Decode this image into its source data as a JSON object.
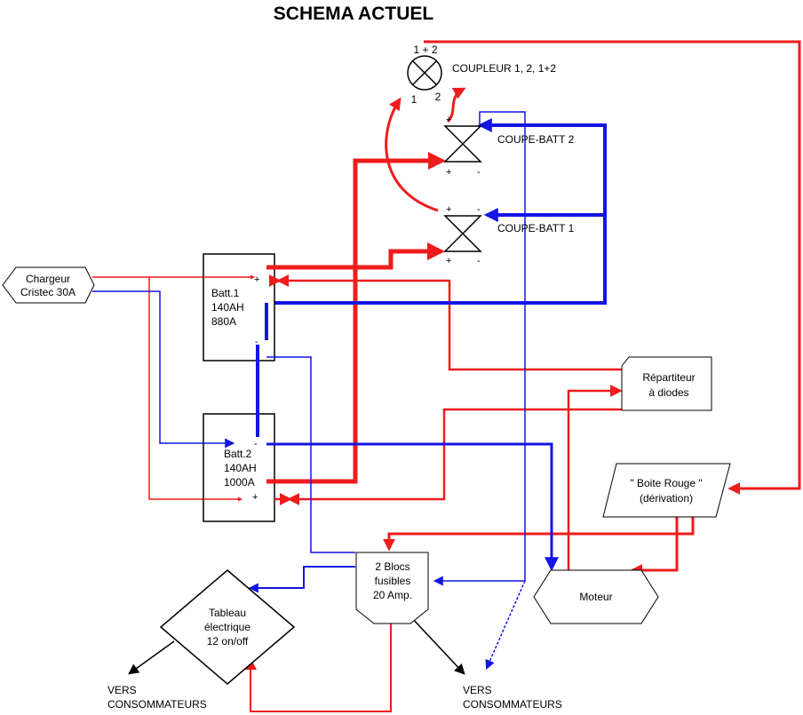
{
  "title": "SCHEMA ACTUEL",
  "colors": {
    "positive": "#ee1c1c",
    "negative": "#1414e6",
    "neutral": "#000000"
  },
  "coupler": {
    "label": "COUPLEUR 1, 2, 1+2",
    "pos_top": "1 + 2",
    "pos_left": "1",
    "pos_right": "2",
    "icon": "lamp-cross-icon"
  },
  "switch2": {
    "label": "COUPE-BATT 2",
    "plus": "+",
    "minus": "-",
    "icon": "bowtie-switch-icon"
  },
  "switch1": {
    "label": "COUPE-BATT 1",
    "plus": "+",
    "minus": "-",
    "icon": "bowtie-switch-icon"
  },
  "charger": {
    "line1": "Chargeur",
    "line2": "Cristec 30A"
  },
  "battery1": {
    "line1": "Batt.1",
    "line2": "140AH",
    "line3": "880A",
    "plus": "+",
    "minus": "-"
  },
  "battery2": {
    "line1": "Batt.2",
    "line2": "140AH",
    "line3": "1000A",
    "plus": "+",
    "minus": "-"
  },
  "splitter": {
    "line1": "Répartiteur",
    "line2": "à diodes"
  },
  "red_box": {
    "line1": "\" Boite Rouge \"",
    "line2": "(dérivation)"
  },
  "fuses": {
    "line1": "2 Blocs",
    "line2": "fusibles",
    "line3": "20 Amp."
  },
  "engine": {
    "label": "Moteur"
  },
  "panel": {
    "line1": "Tableau",
    "line2": "électrique",
    "line3": "12 on/off"
  },
  "consumers_left": {
    "line1": "VERS",
    "line2": "CONSOMMATEURS"
  },
  "consumers_right": {
    "line1": "VERS",
    "line2": "CONSOMMATEURS"
  }
}
